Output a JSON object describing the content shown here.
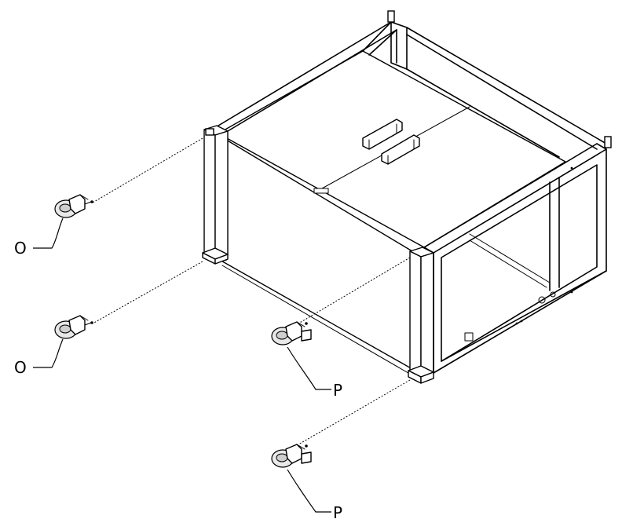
{
  "callouts": {
    "caster_a_label": "O",
    "caster_b_label": "O",
    "caster_c_label": "P",
    "caster_d_label": "P"
  },
  "parts": {
    "swivel_caster_icon": "swivel-caster-icon",
    "locking_caster_icon": "locking-caster-icon"
  }
}
